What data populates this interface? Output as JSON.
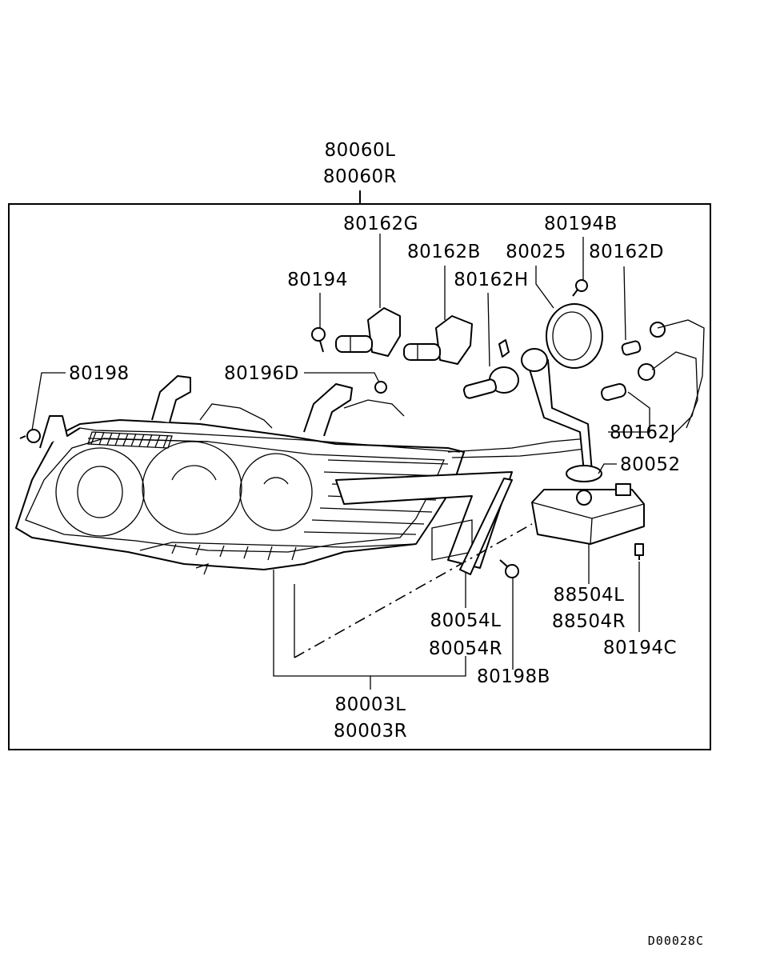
{
  "diagram": {
    "assembly_label_1": "80060L",
    "assembly_label_2": "80060R",
    "callouts": {
      "p80162G": "80162G",
      "p80194B": "80194B",
      "p80162B": "80162B",
      "p80025": "80025",
      "p80162D": "80162D",
      "p80194": "80194",
      "p80162H": "80162H",
      "p80198": "80198",
      "p80196D": "80196D",
      "p80162J": "80162J",
      "p80052": "80052",
      "p88504L": "88504L",
      "p88504R": "88504R",
      "p80054L": "80054L",
      "p80054R": "80054R",
      "p80194C": "80194C",
      "p80198B": "80198B",
      "p80003L": "80003L",
      "p80003R": "80003R"
    },
    "drawing_code": "D00028C"
  }
}
